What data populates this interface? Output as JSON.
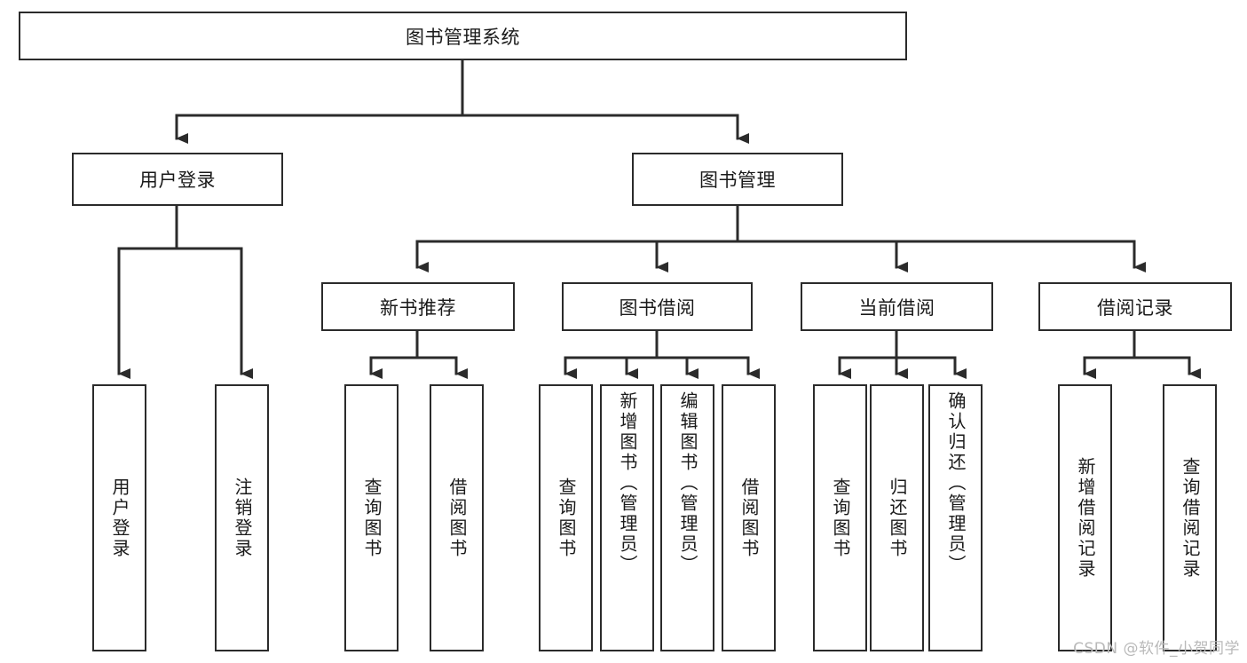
{
  "diagram": {
    "title": "图书管理系统",
    "type": "hierarchy-tree",
    "root": {
      "id": "root",
      "label": "图书管理系统",
      "level": 1
    },
    "level2": [
      {
        "id": "user-login",
        "label": "用户登录"
      },
      {
        "id": "book-manage",
        "label": "图书管理"
      }
    ],
    "level3": [
      {
        "id": "new-book-rec",
        "label": "新书推荐",
        "parent": "book-manage"
      },
      {
        "id": "book-borrow",
        "label": "图书借阅",
        "parent": "book-manage"
      },
      {
        "id": "current-borrow",
        "label": "当前借阅",
        "parent": "book-manage"
      },
      {
        "id": "borrow-record",
        "label": "借阅记录",
        "parent": "book-manage"
      }
    ],
    "leaves": [
      {
        "id": "leaf-user-login",
        "label": "用户登录",
        "parent": "user-login"
      },
      {
        "id": "leaf-logout",
        "label": "注销登录",
        "parent": "user-login"
      },
      {
        "id": "leaf-query-book-1",
        "label": "查询图书",
        "parent": "new-book-rec"
      },
      {
        "id": "leaf-borrow-book-1",
        "label": "借阅图书",
        "parent": "new-book-rec"
      },
      {
        "id": "leaf-query-book-2",
        "label": "查询图书",
        "parent": "book-borrow"
      },
      {
        "id": "leaf-add-book",
        "label": "新增图书（管理员）",
        "parent": "book-borrow"
      },
      {
        "id": "leaf-edit-book",
        "label": "编辑图书（管理员）",
        "parent": "book-borrow"
      },
      {
        "id": "leaf-borrow-book-2",
        "label": "借阅图书",
        "parent": "book-borrow"
      },
      {
        "id": "leaf-query-book-3",
        "label": "查询图书",
        "parent": "current-borrow"
      },
      {
        "id": "leaf-return-book",
        "label": "归还图书",
        "parent": "current-borrow"
      },
      {
        "id": "leaf-confirm-return",
        "label": "确认归还（管理员）",
        "parent": "current-borrow"
      },
      {
        "id": "leaf-add-record",
        "label": "新增借阅记录",
        "parent": "borrow-record"
      },
      {
        "id": "leaf-query-record",
        "label": "查询借阅记录",
        "parent": "borrow-record"
      }
    ]
  },
  "watermark": {
    "text": "CSDN @软件_小贺同学"
  },
  "colors": {
    "stroke": "#2b2b2b",
    "text": "#1a1a1a",
    "background": "#ffffff",
    "watermark": "#b9b9b9"
  }
}
